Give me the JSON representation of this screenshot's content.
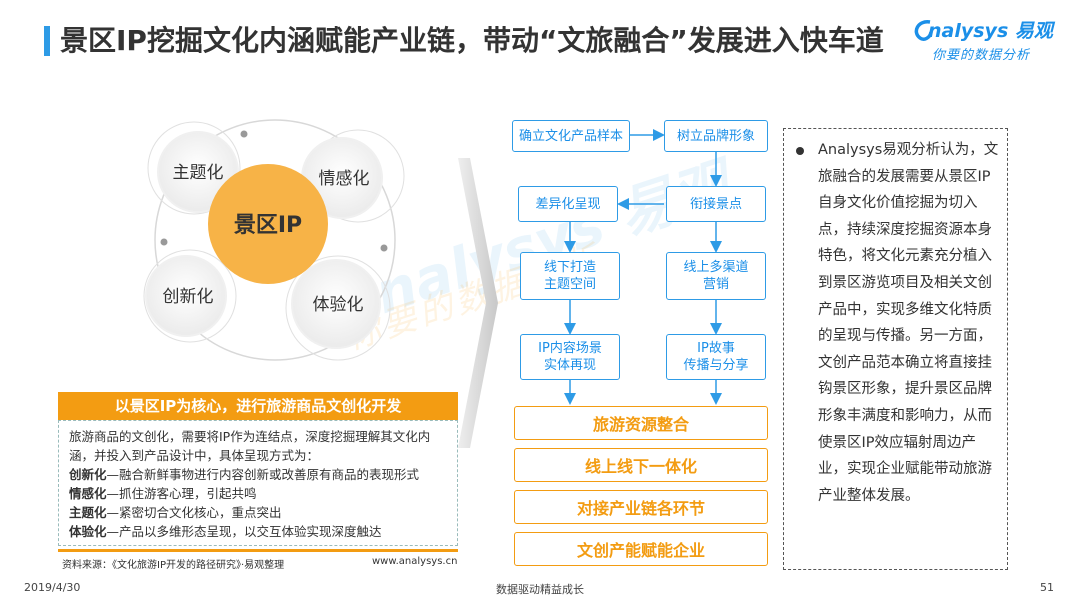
{
  "header": {
    "title": "景区IP挖掘文化内涵赋能产业链，带动“文旅融合”发展进入快车道"
  },
  "logo": {
    "brand": "nalysys 易观",
    "tagline": "你要的数据分析"
  },
  "diagram": {
    "center": "景区IP",
    "nodes": [
      "主题化",
      "情感化",
      "创新化",
      "体验化"
    ]
  },
  "left_panel": {
    "heading": "以景区IP为核心，进行旅游商品文创化开发",
    "intro": "旅游商品的文创化，需要将IP作为连结点，深度挖掘理解其文化内涵，并投入到产品设计中，具体呈现方式为：",
    "items": [
      {
        "term": "创新化",
        "desc": "—融合新鲜事物进行内容创新或改善原有商品的表现形式"
      },
      {
        "term": "情感化",
        "desc": "—抓住游客心理，引起共鸣"
      },
      {
        "term": "主题化",
        "desc": "—紧密切合文化核心，重点突出"
      },
      {
        "term": "体验化",
        "desc": "—产品以多维形态呈现，以交互体验实现深度触达"
      }
    ],
    "source": "资料来源：《文化旅游IP开发的路径研究》·易观整理",
    "site": "www.analysys.cn"
  },
  "flow": {
    "boxes": {
      "b1": "确立文化产品样本",
      "b2": "树立品牌形象",
      "b3": "差异化呈现",
      "b4": "衔接景点",
      "b5": "线下打造\n主题空间",
      "b6": "线上多渠道\n营销",
      "b7": "IP内容场景\n实体再现",
      "b8": "IP故事\n传播与分享"
    },
    "stages": [
      "旅游资源整合",
      "线上线下一体化",
      "对接产业链各环节",
      "文创产能赋能企业"
    ]
  },
  "right_panel": {
    "text": "Analysys易观分析认为，文旅融合的发展需要从景区IP自身文化价值挖掘为切入点，持续深度挖掘资源本身特色，将文化元素充分植入到景区游览项目及相关文创产品中，实现多维文化特质的呈现与传播。另一方面，文创产品范本确立将直接挂钩景区形象，提升景区品牌形象丰满度和影响力，从而使景区IP效应辐射周边产业，实现企业赋能带动旅游产业整体发展。"
  },
  "footer": {
    "date": "2019/4/30",
    "slogan": "数据驱动精益成长",
    "page": "51"
  },
  "colors": {
    "accent_blue": "#2e9be6",
    "accent_orange": "#f39c12",
    "center_fill": "#f7b347"
  }
}
